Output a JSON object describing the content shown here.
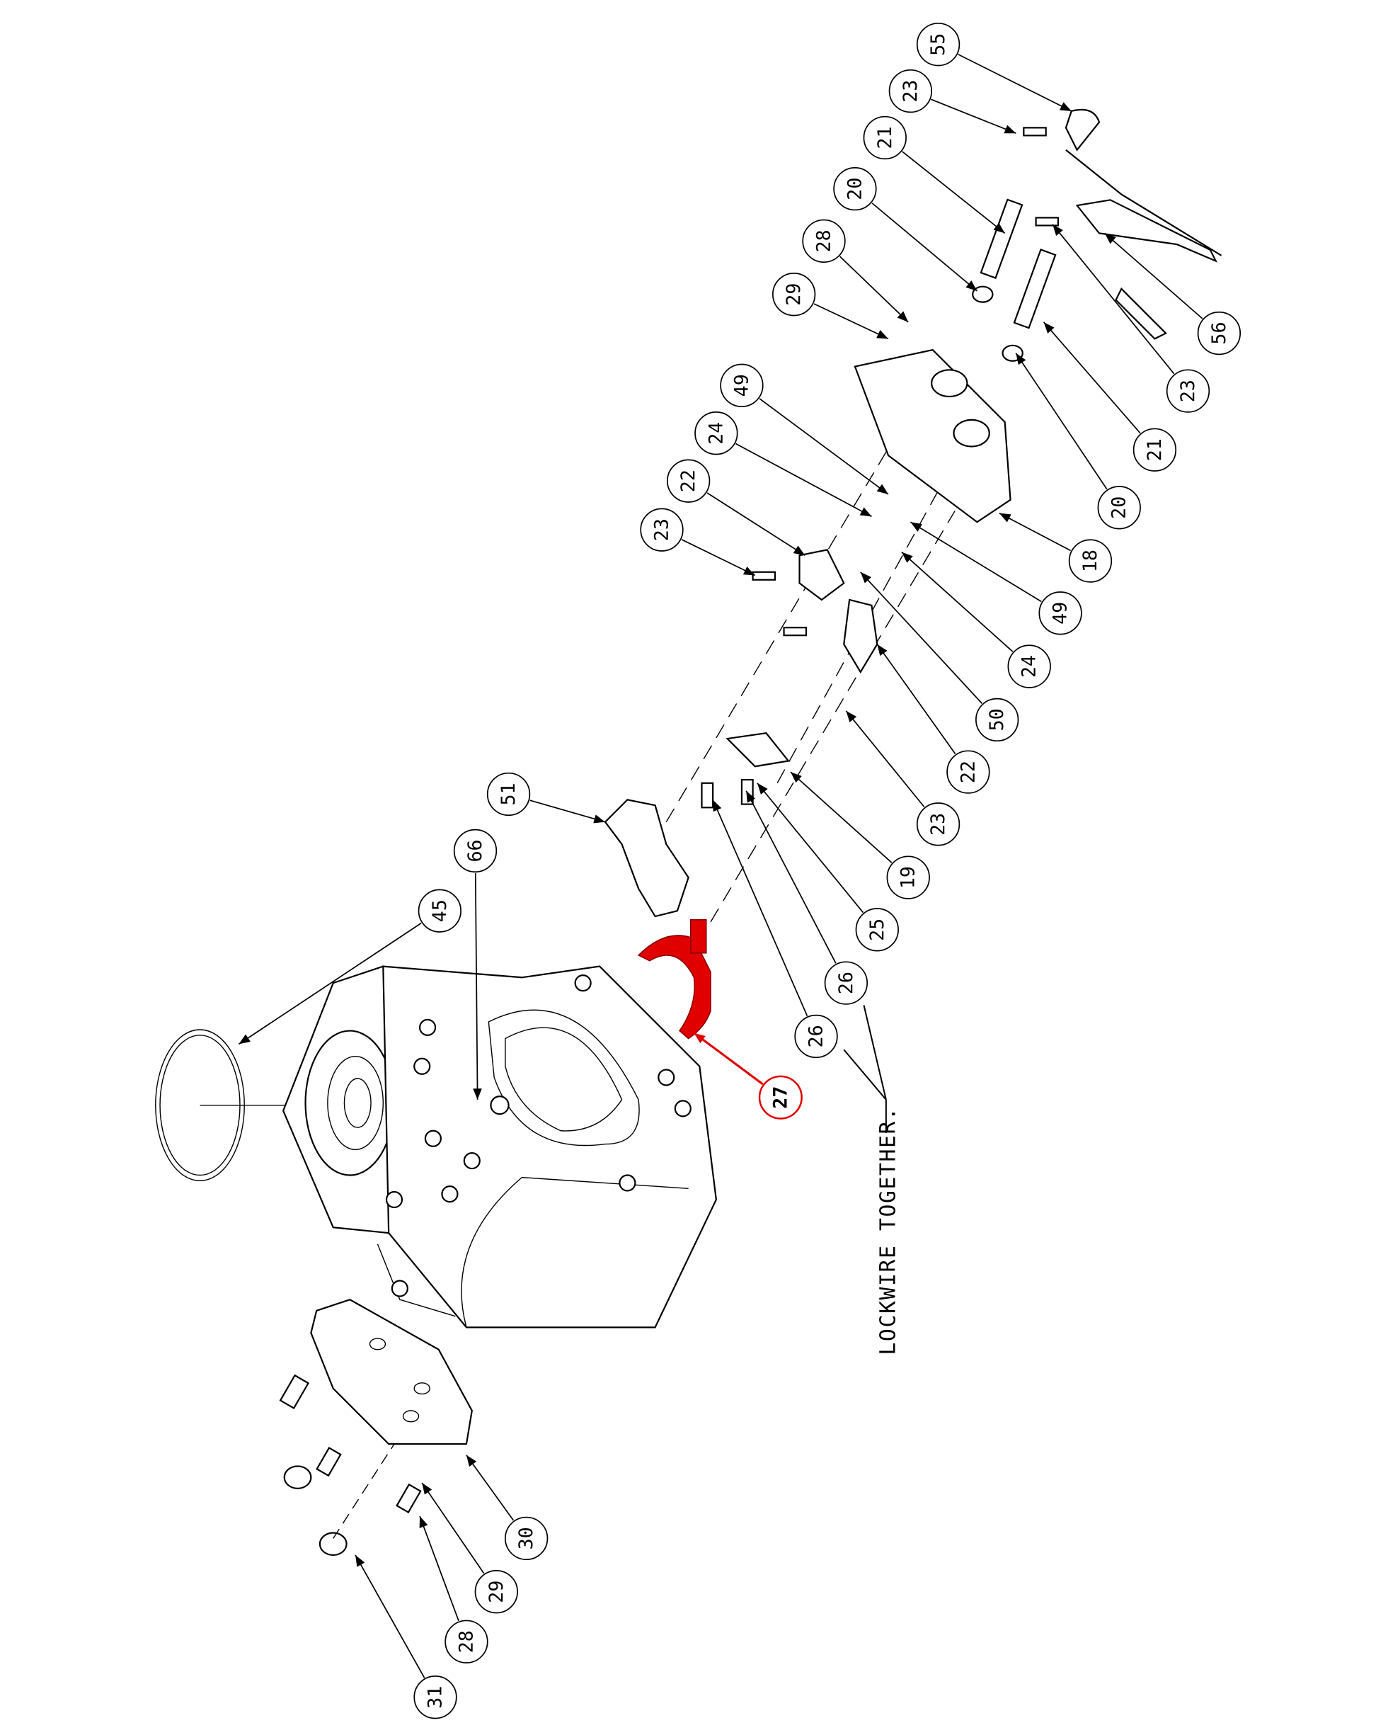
{
  "diagram": {
    "type": "exploded parts view",
    "highlight_color": "#e00000",
    "note": "LOCKWIRE TOGETHER.",
    "callouts": [
      {
        "label": "55"
      },
      {
        "label": "23"
      },
      {
        "label": "21"
      },
      {
        "label": "20"
      },
      {
        "label": "28"
      },
      {
        "label": "29"
      },
      {
        "label": "49"
      },
      {
        "label": "24"
      },
      {
        "label": "22"
      },
      {
        "label": "23"
      },
      {
        "label": "56"
      },
      {
        "label": "23"
      },
      {
        "label": "21"
      },
      {
        "label": "20"
      },
      {
        "label": "18"
      },
      {
        "label": "49"
      },
      {
        "label": "24"
      },
      {
        "label": "50"
      },
      {
        "label": "22"
      },
      {
        "label": "23"
      },
      {
        "label": "19"
      },
      {
        "label": "25"
      },
      {
        "label": "26"
      },
      {
        "label": "26"
      },
      {
        "label": "27",
        "highlighted": true
      },
      {
        "label": "51"
      },
      {
        "label": "66"
      },
      {
        "label": "45"
      },
      {
        "label": "30"
      },
      {
        "label": "29"
      },
      {
        "label": "28"
      },
      {
        "label": "31"
      }
    ]
  }
}
